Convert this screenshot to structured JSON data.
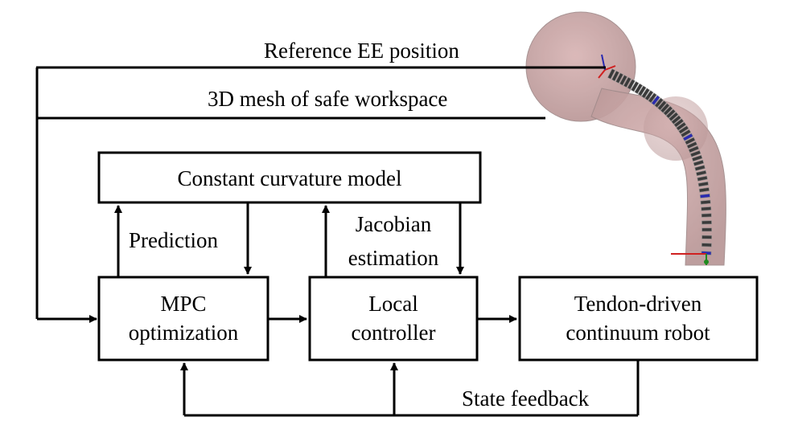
{
  "inputs": {
    "reference": "Reference EE position",
    "mesh": "3D mesh of safe workspace"
  },
  "blocks": {
    "model": "Constant curvature model",
    "mpc": [
      "MPC",
      "optimization"
    ],
    "local": [
      "Local",
      "controller"
    ],
    "robot": [
      "Tendon-driven",
      "continuum robot"
    ]
  },
  "edges": {
    "prediction": "Prediction",
    "jacobian": [
      "Jacobian",
      "estimation"
    ],
    "feedback": "State feedback"
  },
  "colors": {
    "workspace": "#c9a3a3",
    "workspace_edge": "#9c8c8c",
    "disc": "#3a3a3a",
    "disc_accent": "#2a2ab0",
    "axis_red": "#d02020",
    "axis_green": "#1f8a1f"
  }
}
